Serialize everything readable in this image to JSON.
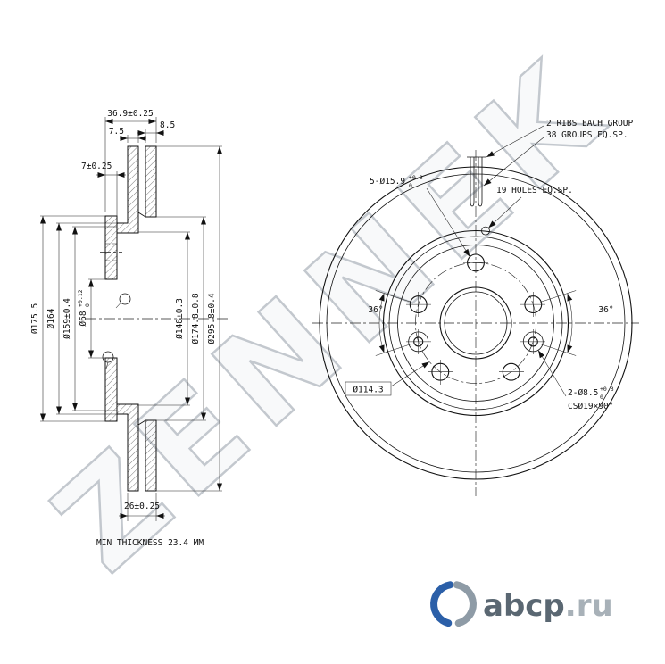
{
  "watermark": {
    "text": "ZENNEK"
  },
  "logo": {
    "name": "abcp",
    "domain": ".ru"
  },
  "colors": {
    "line": "#111111",
    "logo_blue": "#2b5fa8",
    "logo_gray": "#8e9ba6",
    "watermark_gray": "#c3c8ce"
  },
  "section_view": {
    "dim_overall_width": "36.9±0.25",
    "dim_outer_plate": "8.5",
    "dim_inner_plate": "7.5",
    "dim_flange_thickness": "7±0.25",
    "dim_hat_od": "Ø175.5",
    "dim_d164": "Ø164",
    "dim_d159": "Ø159±0.4",
    "dim_center_hole": "Ø68",
    "dim_center_hole_tol_upper": "+0.12",
    "dim_center_hole_tol_lower": "0",
    "dim_d148": "Ø148±0.3",
    "dim_d174": "Ø174.8±0.8",
    "dim_outer_dia": "Ø295.8±0.4",
    "dim_ring_width": "26±0.25",
    "note_min_thickness": "MIN THICKNESS 23.4 MM"
  },
  "front_view": {
    "note_ribs_line1": "2 RIBS EACH GROUP",
    "note_ribs_line2": "38 GROUPS EQ.SP.",
    "note_bolt_holes": "5-Ø15.9",
    "note_bolt_holes_tol_upper": "+0.2",
    "note_bolt_holes_tol_lower": "0",
    "note_vent_holes": "19 HOLES EQ.SP.",
    "dim_angle_left": "36°",
    "dim_angle_right": "36°",
    "dim_bolt_circle": "Ø114.3",
    "note_cs_holes": "2-Ø8.5",
    "note_cs_holes_tol_upper": "+0.3",
    "note_cs_holes_tol_lower": "0",
    "note_cs_spec": "CSØ19×90°"
  }
}
